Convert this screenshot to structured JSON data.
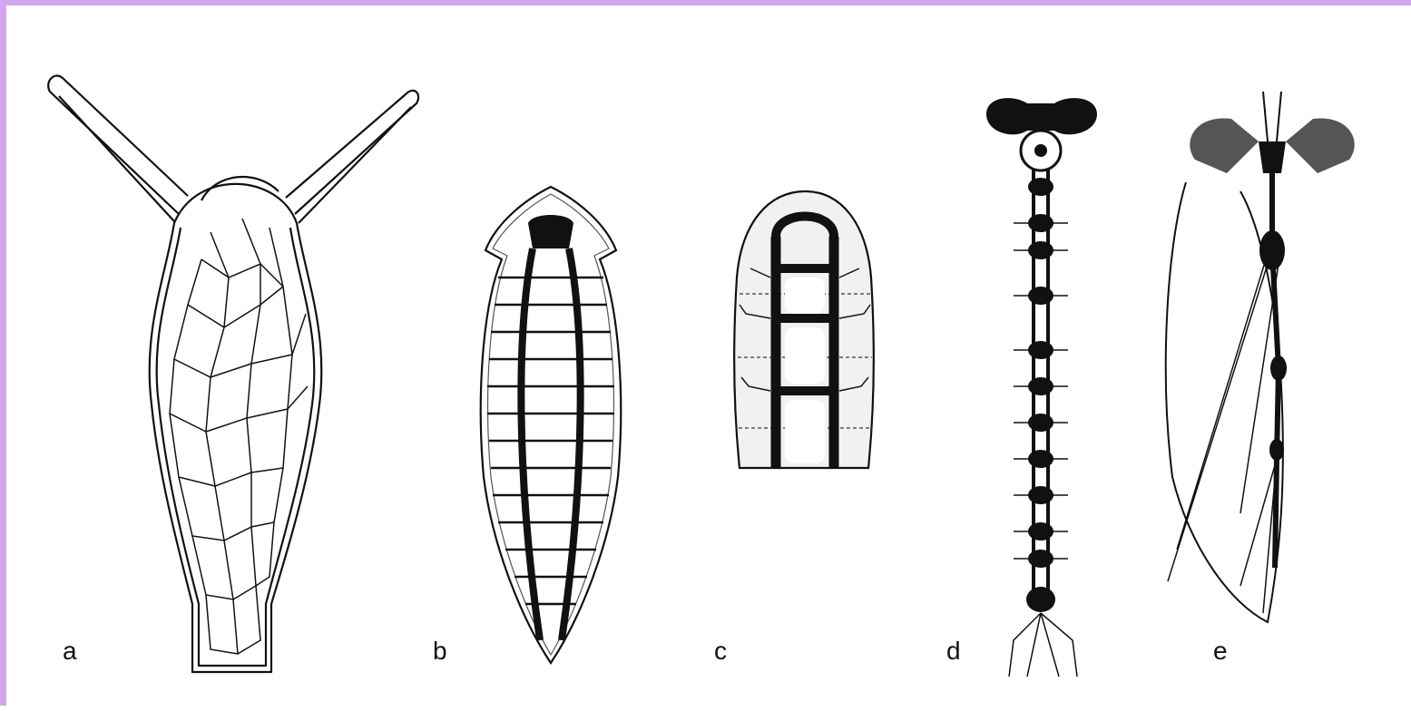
{
  "figure": {
    "accent_border_color": "#d3a6f0",
    "panels": [
      {
        "label": "a",
        "icon": "hydra-nerve-net-icon"
      },
      {
        "label": "b",
        "icon": "flatworm-nervous-system-icon"
      },
      {
        "label": "c",
        "icon": "annelid-ladder-nervous-system-icon"
      },
      {
        "label": "d",
        "icon": "insect-ventral-nerve-cord-icon"
      },
      {
        "label": "e",
        "icon": "fused-insect-nervous-system-icon"
      }
    ]
  }
}
